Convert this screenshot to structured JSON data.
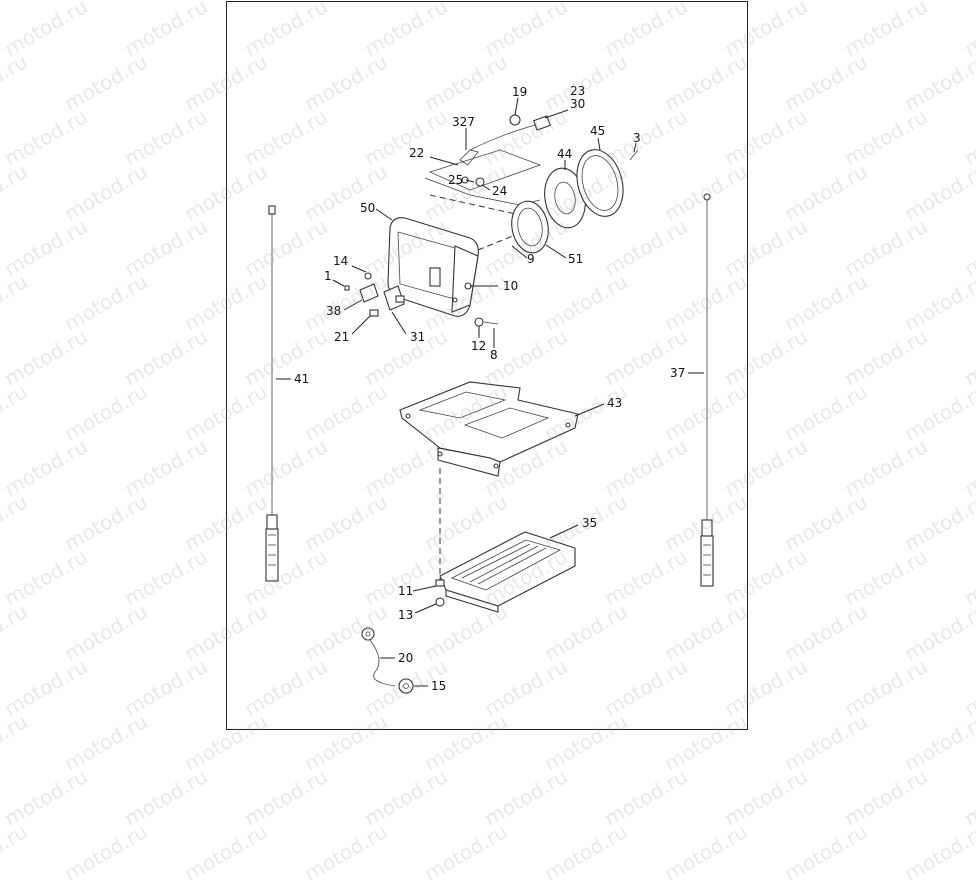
{
  "watermark_text": "motod.ru",
  "callouts": {
    "c19": "19",
    "c23": "23",
    "c30": "30",
    "c327": "327",
    "c45": "45",
    "c3": "3",
    "c44": "44",
    "c22": "22",
    "c25": "25",
    "c24": "24",
    "c50": "50",
    "c9": "9",
    "c51": "51",
    "c14": "14",
    "c1": "1",
    "c10": "10",
    "c38": "38",
    "c21": "21",
    "c31": "31",
    "c12": "12",
    "c8": "8",
    "c41": "41",
    "c37": "37",
    "c43": "43",
    "c35": "35",
    "c11": "11",
    "c13": "13",
    "c20": "20",
    "c15": "15"
  }
}
